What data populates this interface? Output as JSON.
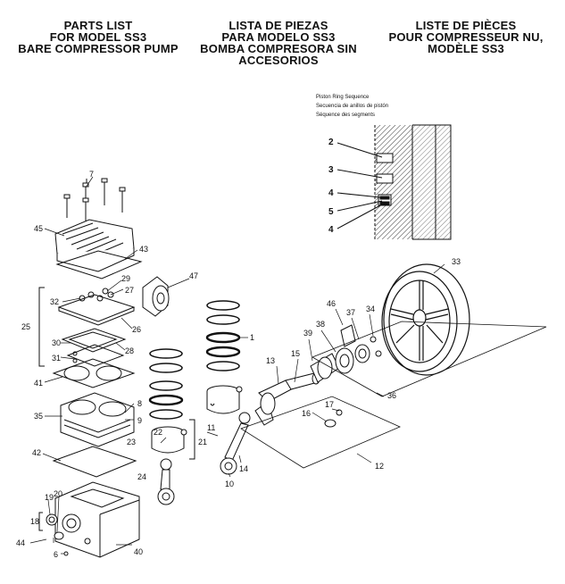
{
  "titles": {
    "en": [
      "PARTS LIST",
      "FOR MODEL SS3",
      "BARE COMPRESSOR PUMP"
    ],
    "es": [
      "LISTA DE PIEZAS",
      "PARA MODELO SS3",
      "BOMBA COMPRESORA SIN",
      "ACCESORIOS"
    ],
    "fr": [
      "LISTE DE PIÈCES",
      "POUR COMPRESSEUR NU,",
      "MODÈLE SS3"
    ]
  },
  "ring_legend": [
    "Piston Ring Sequence",
    "Secuencia de anillos de pistón",
    "Séquence des segments"
  ],
  "ring_numbers": [
    "2",
    "3",
    "4",
    "5",
    "4"
  ],
  "callouts": {
    "c1": "1",
    "c6": "6",
    "c7": "7",
    "c8": "8",
    "c9": "9",
    "c10": "10",
    "c11": "11",
    "c12": "12",
    "c13": "13",
    "c14": "14",
    "c15": "15",
    "c16": "16",
    "c17": "17",
    "c18": "18",
    "c19": "19",
    "c20": "20",
    "c21": "21",
    "c22": "22",
    "c23": "23",
    "c24": "24",
    "c25": "25",
    "c26": "26",
    "c27": "27",
    "c28": "28",
    "c29": "29",
    "c30": "30",
    "c31": "31",
    "c32": "32",
    "c33": "33",
    "c34": "34",
    "c35": "35",
    "c36": "36",
    "c37": "37",
    "c38": "38",
    "c39": "39",
    "c40": "40",
    "c41": "41",
    "c42": "42",
    "c43": "43",
    "c44": "44",
    "c45": "45",
    "c46": "46",
    "c47": "47"
  }
}
